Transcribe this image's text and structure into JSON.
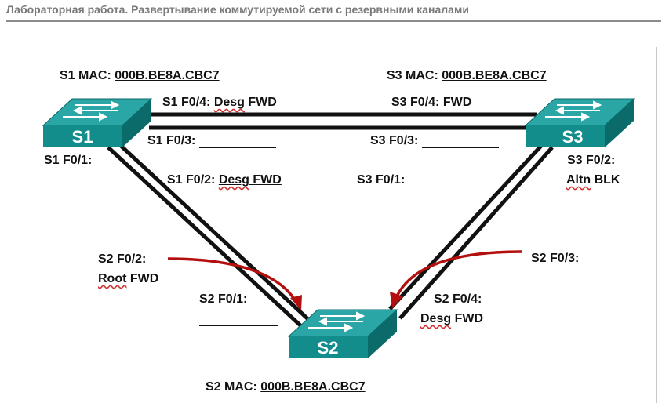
{
  "header": {
    "title": "Лабораторная работа. Развертывание коммутируемой сети с резервными каналами"
  },
  "switches": {
    "s1": {
      "name": "S1",
      "mac_prefix": "S1 MAC:",
      "mac": "000B.BE8A.CBC7"
    },
    "s2": {
      "name": "S2",
      "mac_prefix": "S2 MAC:",
      "mac": "000B.BE8A.CBC7"
    },
    "s3": {
      "name": "S3",
      "mac_prefix": "S3 MAC:",
      "mac": "000B.BE8A.CBC7"
    }
  },
  "ports": {
    "s1_f04": {
      "label": "S1 F0/4:",
      "value": "Desg",
      "state": "FWD"
    },
    "s1_f03": {
      "label": "S1 F0/3:"
    },
    "s1_f01": {
      "label": "S1 F0/1:"
    },
    "s1_f02": {
      "label": "S1 F0/2:",
      "value": "Desg",
      "state": "FWD"
    },
    "s3_f04": {
      "label": "S3 F0/4:",
      "value": "FWD"
    },
    "s3_f03": {
      "label": "S3 F0/3:"
    },
    "s3_f01": {
      "label": "S3 F0/1:"
    },
    "s3_f02": {
      "label": "S3 F0/2:",
      "value": "Altn",
      "state": "BLK"
    },
    "s2_f02": {
      "label": "S2 F0/2:",
      "value": "Root",
      "state": "FWD"
    },
    "s2_f01": {
      "label": "S2 F0/1:"
    },
    "s2_f04": {
      "label": "S2 F0/4:",
      "value": "Desg",
      "state": "FWD"
    },
    "s2_f03": {
      "label": "S2 F0/3:"
    }
  },
  "colors": {
    "switch_front": "#138c8c",
    "switch_top": "#2aa6a6",
    "switch_side": "#0b6b6b",
    "link": "#111111",
    "arrow": "#b30f0f",
    "header_text": "#7a7a7a"
  }
}
